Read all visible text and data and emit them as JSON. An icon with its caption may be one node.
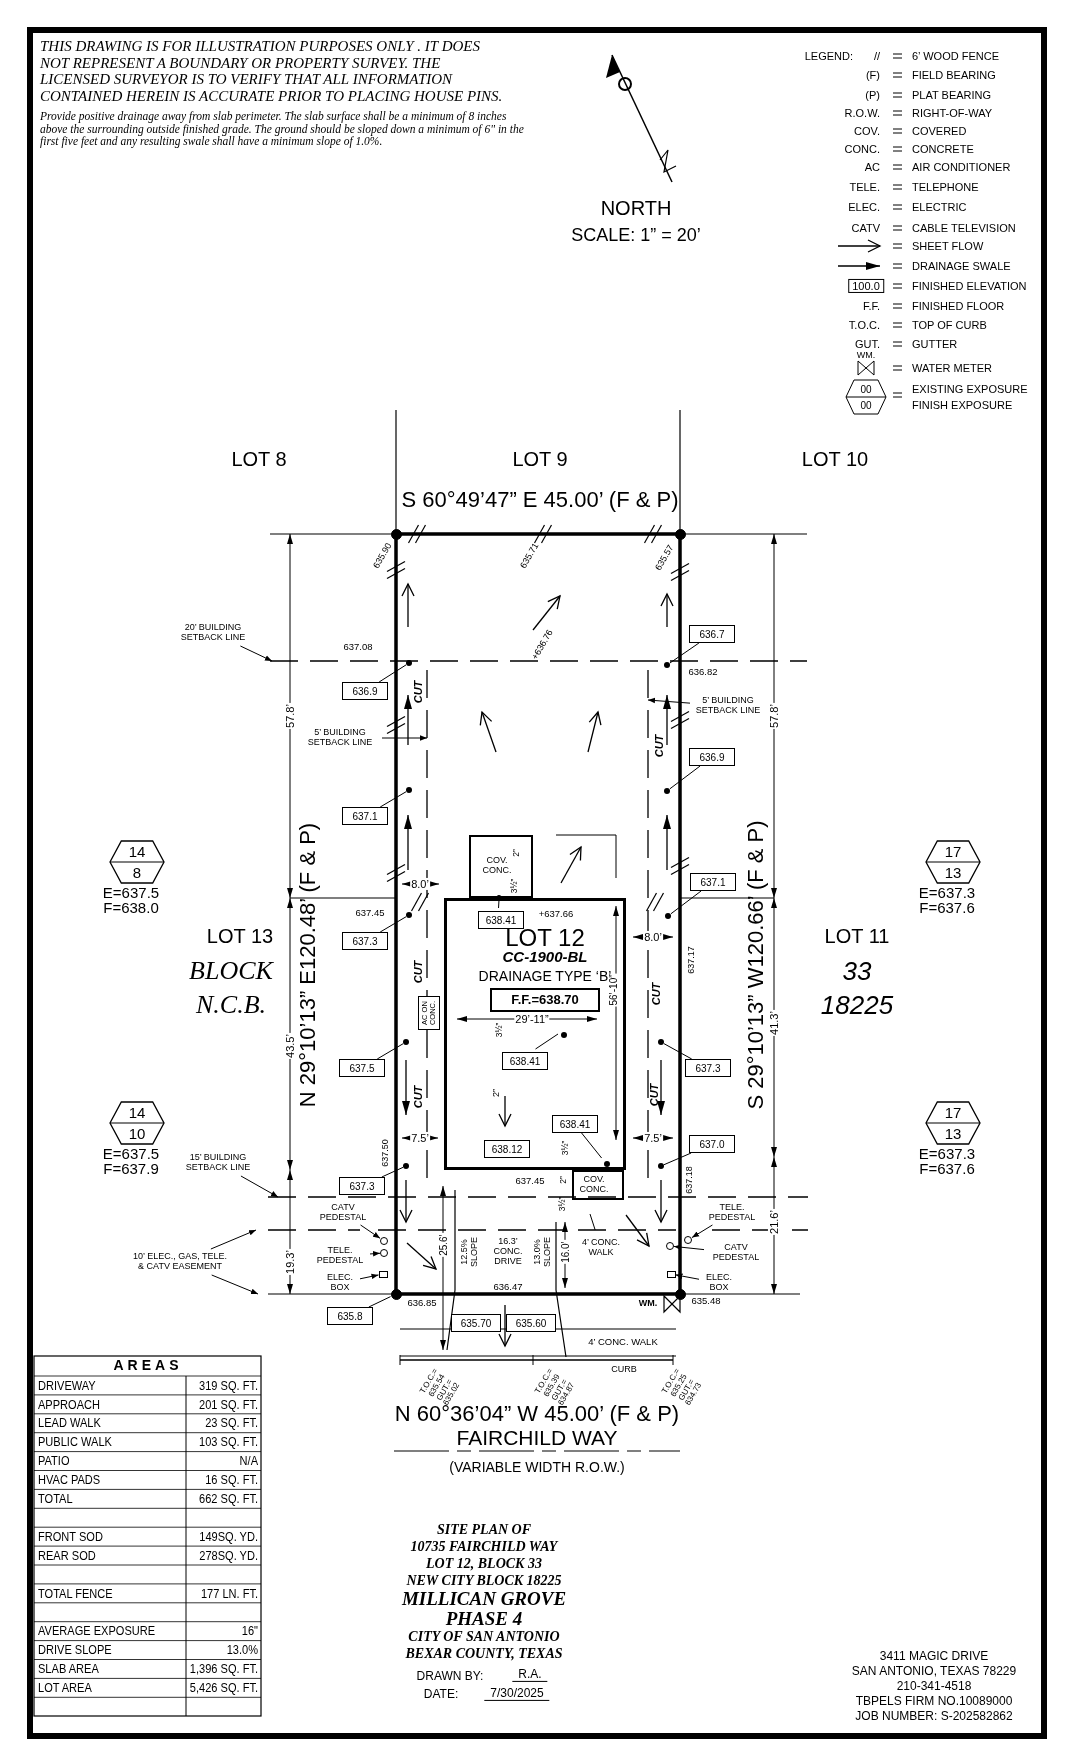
{
  "diagram": {
    "nodes": [
      {
        "text": [
          "636.7"
        ]
      },
      {
        "text": [
          "636.9"
        ]
      },
      {
        "text": [
          "636.9"
        ]
      },
      {
        "text": [
          "637.1"
        ]
      },
      {
        "text": [
          "COV. CONC."
        ]
      },
      {
        "text": [
          "14",
          "8"
        ],
        "beside": [
          "E=637.5",
          "F=638.0"
        ]
      },
      {
        "text": [
          "17",
          "13"
        ],
        "beside": [
          "E=637.3",
          "F=637.6"
        ]
      },
      {
        "text": [
          "637.1"
        ]
      },
      {
        "text": [
          "LOT 12",
          "CC-1900-BL",
          "DRAINAGE TYPE ‘B’"
        ]
      },
      {
        "text": [
          "638.41"
        ],
        "in": 8
      },
      {
        "text": [
          "F.F.=638.70"
        ],
        "in": 8
      },
      {
        "text": [
          "637.3"
        ]
      },
      {
        "text": [
          "AC ON CONC."
        ]
      },
      {
        "text": [
          "638.41"
        ],
        "in": 8
      },
      {
        "text": [
          "637.5"
        ]
      },
      {
        "text": [
          "637.3"
        ]
      },
      {
        "text": [
          "14",
          "10"
        ],
        "beside": [
          "E=637.5",
          "F=637.9"
        ]
      },
      {
        "text": [
          "17",
          "13"
        ],
        "beside": [
          "E=637.3",
          "F=637.6"
        ]
      },
      {
        "text": [
          "638.41"
        ],
        "in": 8
      },
      {
        "text": [
          "637.0"
        ]
      },
      {
        "text": [
          "638.12"
        ],
        "in": 8
      },
      {
        "text": [
          "COV. CONC."
        ]
      },
      {
        "text": [
          "637.3"
        ]
      },
      {
        "text": [
          "635.8"
        ]
      },
      {
        "text": [
          "635.70"
        ]
      },
      {
        "text": [
          "635.60"
        ]
      },
      {
        "text": [
          "20’ BUILDING SETBACK LINE"
        ]
      },
      {
        "text": [
          "5’ BUILDING SETBACK LINE"
        ]
      },
      {
        "text": [
          "5’ BUILDING SETBACK LINE"
        ]
      },
      {
        "text": [
          "15’ BUILDING SETBACK LINE"
        ]
      },
      {
        "text": [
          "CATV PEDESTAL"
        ]
      },
      {
        "text": [
          "TELE. PEDESTAL"
        ]
      },
      {
        "text": [
          "10’ ELEC., GAS, TELE. & CATV EASEMENT"
        ]
      },
      {
        "text": [
          "ELEC. BOX"
        ]
      },
      {
        "text": [
          "TELE. PEDESTAL"
        ]
      },
      {
        "text": [
          "CATV PEDESTAL"
        ]
      },
      {
        "text": [
          "ELEC. BOX"
        ]
      },
      {
        "text": [
          "4’ CONC. WALK"
        ]
      },
      {
        "text": [],
        "shape": "circle"
      },
      {
        "text": [],
        "shape": "circle"
      },
      {
        "text": [],
        "shape": "circle"
      },
      {
        "text": [],
        "shape": "circle"
      },
      {
        "text": [],
        "shape": "circle"
      },
      {
        "text": [],
        "shape": "circle"
      },
      {
        "text": [],
        "shape": "circle",
        "in": 8
      },
      {
        "text": [],
        "shape": "circle"
      },
      {
        "text": [],
        "shape": "circle"
      },
      {
        "text": [],
        "shape": "circle",
        "in": 8
      },
      {
        "text": [],
        "shape": "circle"
      },
      {
        "text": [],
        "shape": "circle"
      },
      {
        "text": [],
        "shape": "circle"
      },
      {
        "text": [],
        "shape": "circle"
      },
      {
        "text": [],
        "shape": "circle"
      },
      {
        "text": [],
        "shape": "circle"
      },
      {
        "text": [],
        "shape": "circle"
      },
      {
        "text": [],
        "shape": "circle"
      },
      {
        "text": [],
        "shape": "box"
      },
      {
        "text": [],
        "shape": "circle"
      },
      {
        "text": [],
        "shape": "circle"
      },
      {
        "text": [],
        "shape": "box"
      }
    ],
    "edges": [
      {
        "from": 0,
        "to": 38,
        "arrow": "none"
      },
      {
        "from": 1,
        "to": 39,
        "arrow": "none"
      },
      {
        "from": 2,
        "to": 40,
        "arrow": "none"
      },
      {
        "from": 3,
        "to": 41,
        "arrow": "none"
      },
      {
        "from": 7,
        "to": 42,
        "arrow": "none"
      },
      {
        "from": 9,
        "to": 4,
        "arrow": "other"
      },
      {
        "from": 11,
        "to": 43,
        "arrow": "none"
      },
      {
        "from": 13,
        "to": 44,
        "arrow": "none"
      },
      {
        "from": 14,
        "to": 45,
        "arrow": "none"
      },
      {
        "from": 15,
        "to": 46,
        "arrow": "none"
      },
      {
        "from": 18,
        "to": 47,
        "arrow": "none"
      },
      {
        "from": 19,
        "to": 48,
        "arrow": "none"
      },
      {
        "from": 22,
        "to": 49,
        "arrow": "none"
      },
      {
        "from": 23,
        "to": 52,
        "arrow": "none"
      },
      {
        "from": 26,
        "to": null,
        "arrow": "to"
      },
      {
        "from": 27,
        "to": null,
        "arrow": "to"
      },
      {
        "from": 28,
        "to": null,
        "arrow": "to"
      },
      {
        "from": 29,
        "to": null,
        "arrow": "to"
      },
      {
        "from": 30,
        "to": 54,
        "arrow": "to"
      },
      {
        "from": 31,
        "to": 55,
        "arrow": "to"
      },
      {
        "from": 32,
        "to": null,
        "arrow": "to"
      },
      {
        "from": 32,
        "to": null,
        "arrow": "to"
      },
      {
        "from": 33,
        "to": 56,
        "arrow": "to"
      },
      {
        "from": 34,
        "to": 57,
        "arrow": "to"
      },
      {
        "from": 35,
        "to": 58,
        "arrow": "to"
      },
      {
        "from": 36,
        "to": 59,
        "arrow": "to"
      },
      {
        "from": 37,
        "to": null,
        "arrow": "none"
      }
    ],
    "labels": [
      "THIS DRAWING IS FOR ILLUSTRATION PURPOSES ONLY . IT DOES NOT REPRESENT A BOUNDARY OR PROPERTY SURVEY. THE LICENSED SURVEYOR IS TO VERIFY THAT ALL INFORMATION CONTAINED HEREIN IS ACCURATE PRIOR TO PLACING HOUSE PINS.",
      "Provide positive drainage away from slab perimeter. The slab surface shall be a minimum of 8 inches above the surrounding outside finished grade. The ground should be sloped down a minimum of 6\" in the first five feet and any resulting swale shall have a minimum slope of 1.0%.",
      "NORTH",
      "SCALE: 1” = 20’",
      "LEGEND:",
      "//",
      "(F)",
      "(P)",
      "R.O.W.",
      "COV.",
      "CONC.",
      "AC",
      "TELE.",
      "ELEC.",
      "CATV",
      "100.0",
      "F.F.",
      "T.O.C.",
      "GUT.",
      "WM.",
      "00",
      "00",
      "LOT 8",
      "LOT 9",
      "LOT 10",
      "S 60°49’47” E 45.00’ (F & P)",
      "635.90",
      "635.71",
      "635.57",
      "+636.76",
      "637.08",
      "636.82",
      "57.8’",
      "CUT",
      "57.8’",
      "CUT",
      "N 29°10’13” E120.48’ (F & P)",
      "8.0’",
      "637.45",
      "+637.66",
      "3½”",
      "2”",
      "637.17",
      "8.0’",
      "S 29°10’13” W120.66’ (F & P)",
      "LOT 13",
      "BLOCK",
      "N.C.B.",
      "LOT 11",
      "33",
      "18225",
      "29’-11”",
      "56’-10”",
      "3½”",
      "43.5’",
      "41.3’",
      "2”",
      "CUT",
      "CUT",
      "CUT",
      "CUT",
      "637.50",
      "7.5’",
      "7.5’",
      "3½”",
      "2”",
      "637.18",
      "637.45",
      "3½”",
      "19.3’",
      "21.6’",
      "25.6’",
      "12.5% SLOPE",
      "16.3’ CONC. DRIVE",
      "13.0% SLOPE",
      "16.0’",
      "636.85",
      "636.47",
      "WM.",
      "635.48",
      "4’ CONC. WALK",
      "CURB",
      "T.O.C.= 635.54 GUT.= 635.02",
      "T.O.C.= 635.39 GUT.= 634.87",
      "T.O.C.= 635.25 GUT.= 634.73",
      "N 60°36’04” W 45.00’ (F & P)",
      "FAIRCHILD WAY",
      "(VARIABLE WIDTH R.O.W.)",
      "AREAS",
      "DRIVEWAY",
      "319 SQ. FT.",
      "APPROACH",
      "201 SQ. FT.",
      "LEAD WALK",
      "23 SQ. FT.",
      "PUBLIC WALK",
      "103 SQ. FT.",
      "PATIO",
      "N/A",
      "HVAC PADS",
      "16 SQ. FT.",
      "TOTAL",
      "662 SQ. FT.",
      "FRONT SOD",
      "149SQ. YD.",
      "REAR SOD",
      "278SQ. YD.",
      "TOTAL FENCE",
      "177 LN. FT.",
      "AVERAGE EXPOSURE",
      "16\"",
      "DRIVE SLOPE",
      "13.0%",
      "SLAB AREA",
      "1,396 SQ. FT.",
      "LOT AREA",
      "5,426 SQ. FT.",
      "SITE PLAN OF",
      "10735 FAIRCHILD WAY",
      "LOT 12, BLOCK 33",
      "NEW CITY BLOCK 18225",
      "MILLICAN GROVE",
      "PHASE 4",
      "CITY OF SAN ANTONIO",
      "BEXAR COUNTY, TEXAS",
      "DRAWN BY:",
      "R.A.",
      "DATE:",
      "7/30/2025",
      "3411 MAGIC DRIVE",
      "SAN ANTONIO, TEXAS 78229",
      "210-341-4518",
      "TBPELS FIRM NO.10089000",
      "JOB NUMBER: S-202582862"
    ],
    "legend": [
      {
        "text": "6’ WOOD FENCE"
      },
      {
        "text": "FIELD BEARING"
      },
      {
        "text": "PLAT BEARING"
      },
      {
        "text": "RIGHT-OF-WAY"
      },
      {
        "text": "COVERED"
      },
      {
        "text": "CONCRETE"
      },
      {
        "text": "AIR CONDITIONER"
      },
      {
        "text": "TELEPHONE"
      },
      {
        "text": "ELECTRIC"
      },
      {
        "text": "CABLE TELEVISION"
      },
      {
        "text": "SHEET FLOW"
      },
      {
        "text": "DRAINAGE SWALE"
      },
      {
        "text": "FINISHED ELEVATION"
      },
      {
        "text": "FINISHED FLOOR"
      },
      {
        "text": "TOP OF CURB"
      },
      {
        "text": "GUTTER"
      },
      {
        "text": "WATER METER"
      },
      {
        "text": "EXISTING EXPOSURE"
      },
      {
        "text": "FINISH EXPOSURE"
      }
    ]
  }
}
